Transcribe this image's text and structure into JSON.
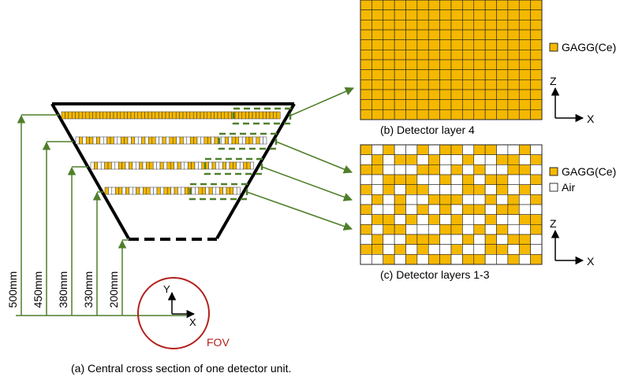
{
  "captions": {
    "a": "(a) Central cross section of one detector unit.",
    "b": "(b) Detector layer 4",
    "c": "(c) Detector layers 1-3"
  },
  "legend": {
    "gagg": "GAGG(Ce)",
    "air": "Air"
  },
  "axes": {
    "x": "X",
    "y": "Y",
    "z": "Z"
  },
  "fov_label": "FOV",
  "dimensions": [
    "500mm",
    "450mm",
    "380mm",
    "330mm",
    "200mm"
  ],
  "colors": {
    "gagg": "#f5b800",
    "leader": "#4f7f2a",
    "fov": "#b3201c",
    "frame": "#000000"
  },
  "layer_1_3_pattern": [
    "1010010110110010",
    "0101101001001101",
    "1100011010100110",
    "0011100101011001",
    "1010110001101010",
    "0101001110010101",
    "1001010101101100",
    "0110101010010011",
    "1011000110101001",
    "0100111001010110",
    "1101010010011010",
    "0010101101100101"
  ]
}
